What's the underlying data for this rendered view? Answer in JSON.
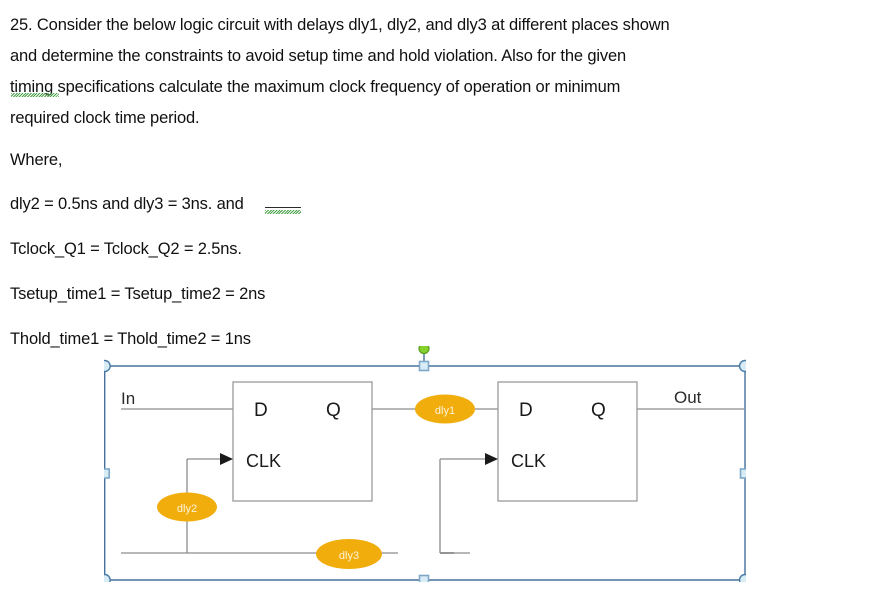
{
  "document": {
    "question_number": "25.",
    "paragraph_lines": [
      "25.  Consider the below logic circuit with delays dly1, dly2, and dly3 at different places shown",
      "and determine the constraints to avoid setup time and hold violation. Also for the given",
      "timing specifications calculate the maximum clock frequency of operation or minimum",
      "required clock time period."
    ],
    "where_label": "Where,",
    "given_values": [
      "dly2 = 0.5ns and dly3 = 3ns. and",
      "Tclock_Q1 = Tclock_Q2 = 2.5ns.",
      "Tsetup_time1 = Tsetup_time2 = 2ns",
      "Thold_time1 = Thold_time2 = 1ns"
    ],
    "spellcheck_words": [
      "timing",
      "and"
    ]
  },
  "diagram": {
    "title": "two-stage flip-flop timing circuit",
    "input_label": "In",
    "output_label": "Out",
    "flipflops": [
      {
        "name": "flipflop-1",
        "d_label": "D",
        "q_label": "Q",
        "clk_label": "CLK"
      },
      {
        "name": "flipflop-2",
        "d_label": "D",
        "q_label": "Q",
        "clk_label": "CLK"
      }
    ],
    "delays": [
      {
        "id": "dly1",
        "label": "dly1"
      },
      {
        "id": "dly2",
        "label": "dly2"
      },
      {
        "id": "dly3",
        "label": "dly3"
      }
    ],
    "colors": {
      "delay_fill": "#f0ad0c",
      "delay_text": "#ffffff",
      "wire": "#8c8c8c",
      "box_border": "#9a9a9a",
      "selection_line": "#45709c",
      "handle_fill": "#d7ecf5",
      "handle_border": "#4a7ba7",
      "rotate_handle_fill": "#86d22c",
      "spellcheck": "#3c9c3c"
    },
    "selection": {
      "active": true,
      "rotate_handle": "rotation-handle",
      "handles": [
        "handle-top-left",
        "handle-top-center",
        "handle-top-right",
        "handle-middle-left",
        "handle-middle-right",
        "handle-bottom-left",
        "handle-bottom-center",
        "handle-bottom-right"
      ]
    }
  }
}
